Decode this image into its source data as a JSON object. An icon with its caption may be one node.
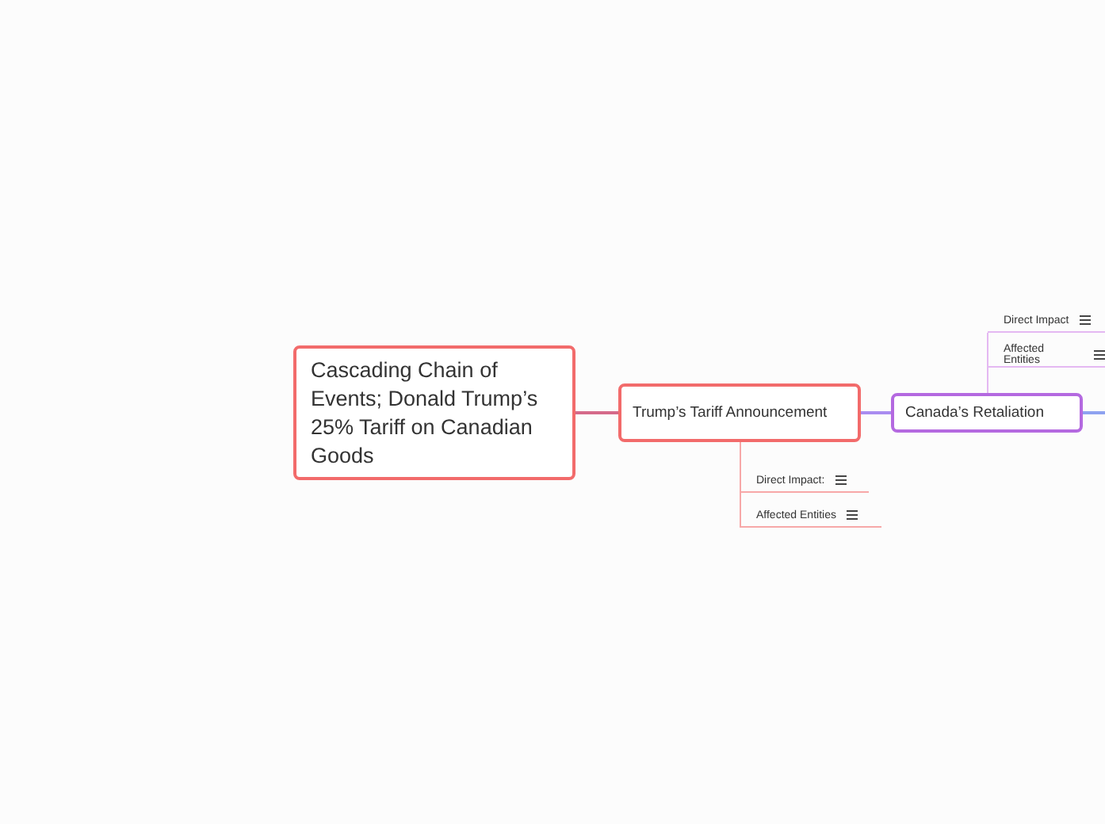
{
  "diagram": {
    "nodes": [
      {
        "text": [
          "Cascading Chain of Events; Donald Trump’s 25% Tariff on Canadian Goods"
        ]
      },
      {
        "text": [
          "Trump’s Tariff Announcement"
        ]
      },
      {
        "text": [
          "Canada’s Retaliation"
        ]
      },
      {
        "text": [
          "Direct Impact:"
        ]
      },
      {
        "text": [
          "Affected Entities"
        ]
      },
      {
        "text": [
          "Direct Impact"
        ]
      },
      {
        "text": [
          "Affected Entities"
        ]
      }
    ],
    "edges": [
      {
        "from": 0,
        "to": 1,
        "arrow": "none",
        "color": "#d56a8a"
      },
      {
        "from": 1,
        "to": 2,
        "arrow": "none",
        "color": "#a98cf0"
      },
      {
        "from": 1,
        "to": 3,
        "arrow": "none",
        "color": "#f7a8a8"
      },
      {
        "from": 1,
        "to": 4,
        "arrow": "none",
        "color": "#f7a8a8"
      },
      {
        "from": 2,
        "to": 5,
        "arrow": "none",
        "color": "#e4b8f2"
      },
      {
        "from": 2,
        "to": 6,
        "arrow": "none",
        "color": "#e4b8f2"
      },
      {
        "from": 2,
        "to": null,
        "arrow": "none",
        "color": "#8ea2f0"
      }
    ]
  }
}
